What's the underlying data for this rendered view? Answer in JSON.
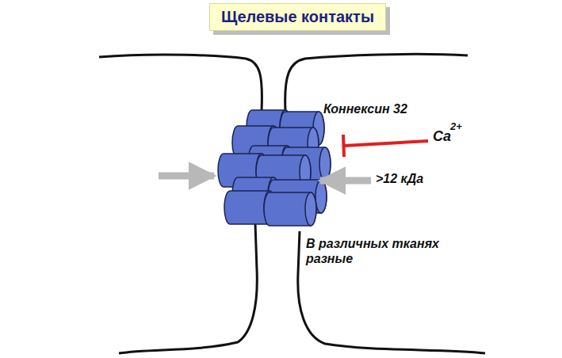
{
  "diagram": {
    "title": "Щелевые контакты",
    "labels": [
      "Коннексин 32",
      "Ca",
      "2+",
      ">12 кДа",
      "В различных тканях разные"
    ]
  }
}
